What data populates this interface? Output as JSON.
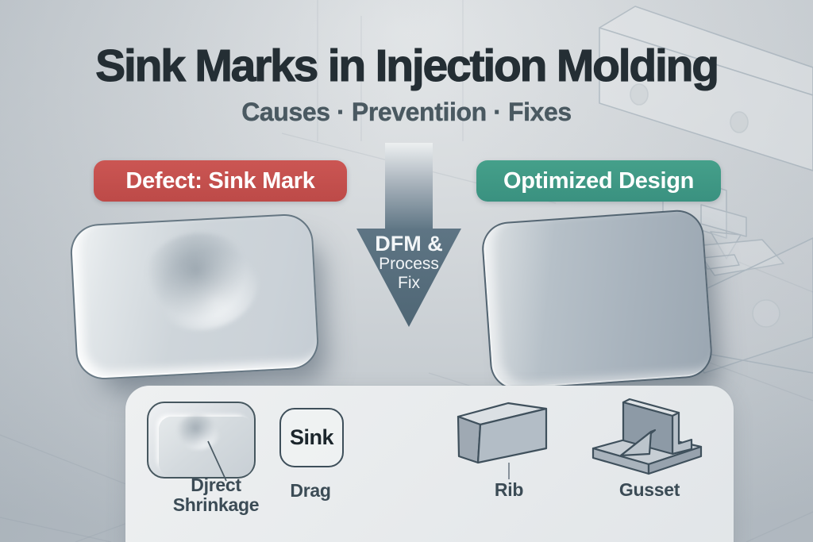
{
  "header": {
    "title": "Sink Marks in Injection Molding",
    "subtitle": "Causes · Preventiion · Fixes"
  },
  "badges": {
    "defect": "Defect: Sink Mark",
    "optimized": "Optimized Design"
  },
  "arrow": {
    "line1": "DFM &",
    "line2": "Process",
    "line3": "Fix"
  },
  "legend": {
    "shrinkage_label_line1": "Djrect",
    "shrinkage_label_line2": "Shrinkage",
    "sink_tag": "Sink",
    "drag_label": "Drag",
    "rib_label": "Rib",
    "gusset_label": "Gusset"
  },
  "colors": {
    "defect_badge": "#c4504d",
    "optimized_badge": "#3f9a84",
    "arrow_body": "#5b7383",
    "title_text": "#242e34",
    "subtitle_text": "#4a5961",
    "outline_slate": "#3f505c",
    "background_gray": "#c9ced2"
  }
}
